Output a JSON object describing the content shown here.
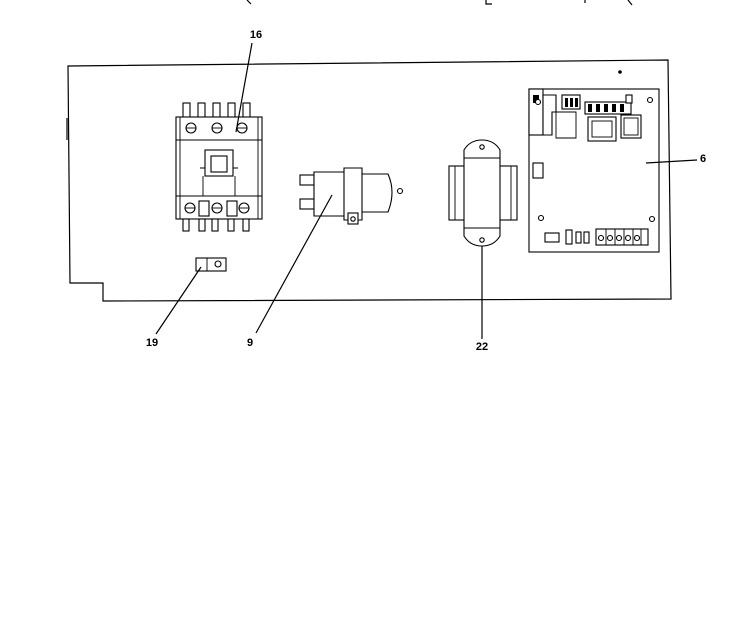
{
  "callouts": {
    "c16": "16",
    "c6": "6",
    "c19": "19",
    "c9": "9",
    "c22": "22"
  }
}
